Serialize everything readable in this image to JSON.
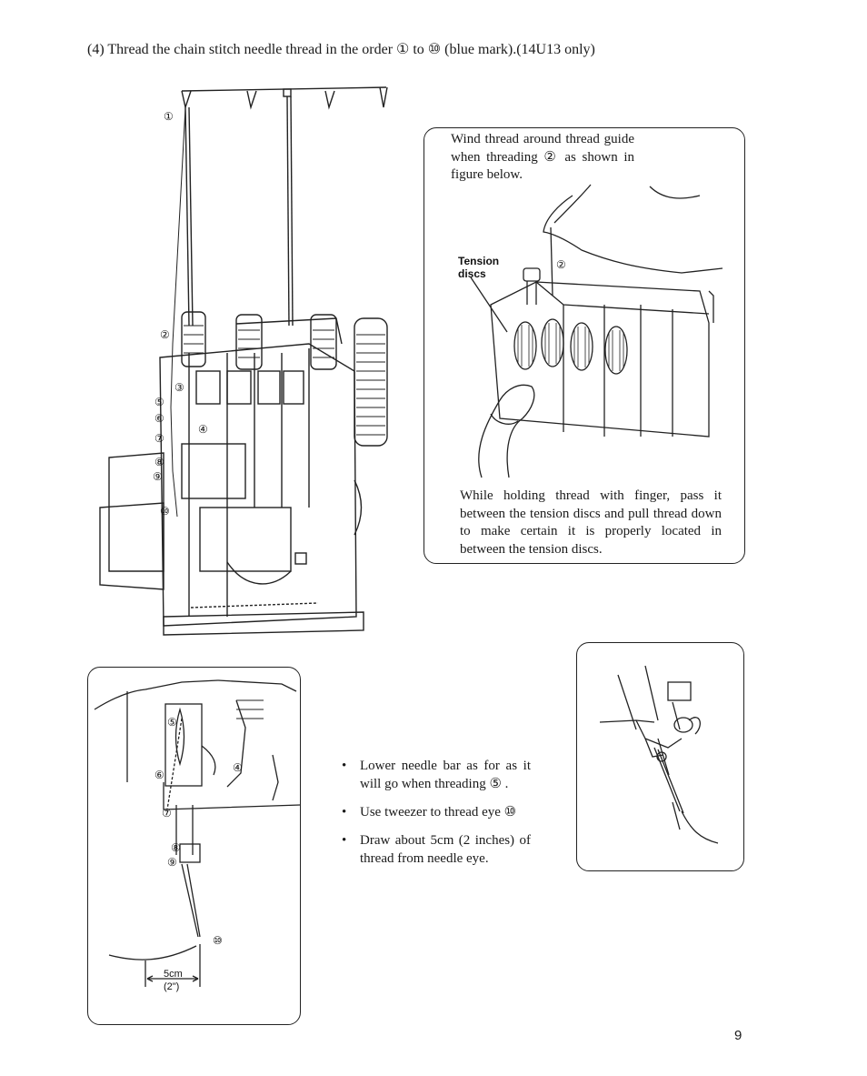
{
  "heading": {
    "part1": "(4)",
    "part2": "Thread the chain stitch needle thread in the order ① to ⑩ (blue mark).(14U13 only)"
  },
  "tension_box": {
    "wind_text": "Wind thread around thread guide when threading ② as shown in figure below.",
    "tension_label_1": "Tension",
    "tension_label_2": "discs",
    "callout": "②",
    "hold_text": "While holding thread with finger, pass it between the tension discs and pull thread down to make certain it is properly located in between the tension discs."
  },
  "machine_callouts": [
    "①",
    "②",
    "③",
    "④",
    "⑤",
    "⑥",
    "⑦",
    "⑧",
    "⑨",
    "⑩"
  ],
  "needle_box": {
    "callouts": [
      "⑤",
      "④",
      "⑥",
      "⑦",
      "⑧",
      "⑨",
      "⑩"
    ],
    "measure": "5cm",
    "measure_inch": "(2\")"
  },
  "bullets": [
    "Lower needle bar as for as it will go when threading ⑤ .",
    "Use tweezer to thread eye ⑩",
    "Draw about 5cm (2 inches) of thread from needle eye."
  ],
  "page_number": "9"
}
